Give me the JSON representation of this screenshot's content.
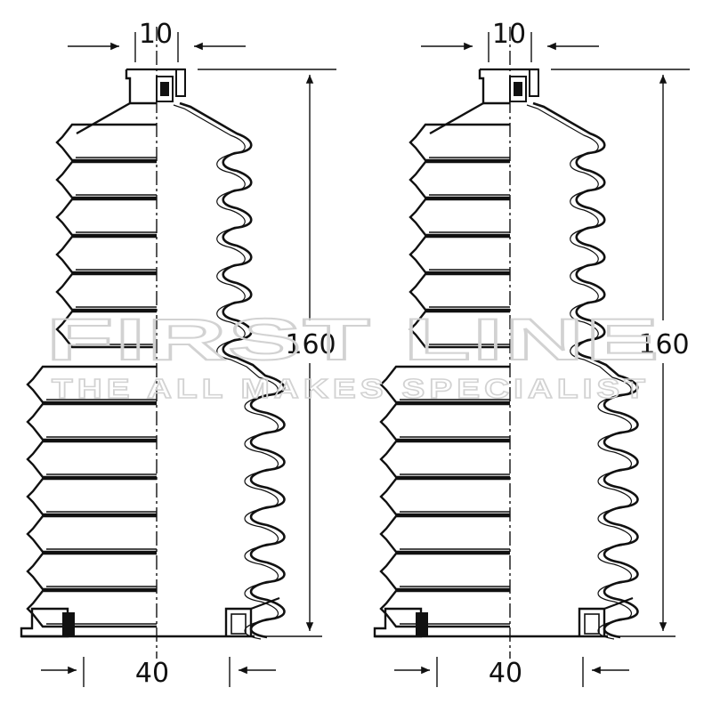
{
  "watermark": {
    "brand": "FIRST LINE",
    "tagline": "THE ALL MAKES SPECIALIST"
  },
  "diagrams": [
    {
      "top_diameter_label": "10",
      "length_label": "160",
      "bottom_diameter_label": "40"
    },
    {
      "top_diameter_label": "10",
      "length_label": "160",
      "bottom_diameter_label": "40"
    }
  ],
  "colors": {
    "line": "#111111",
    "watermark": "#d2d2d2",
    "background": "#ffffff"
  }
}
